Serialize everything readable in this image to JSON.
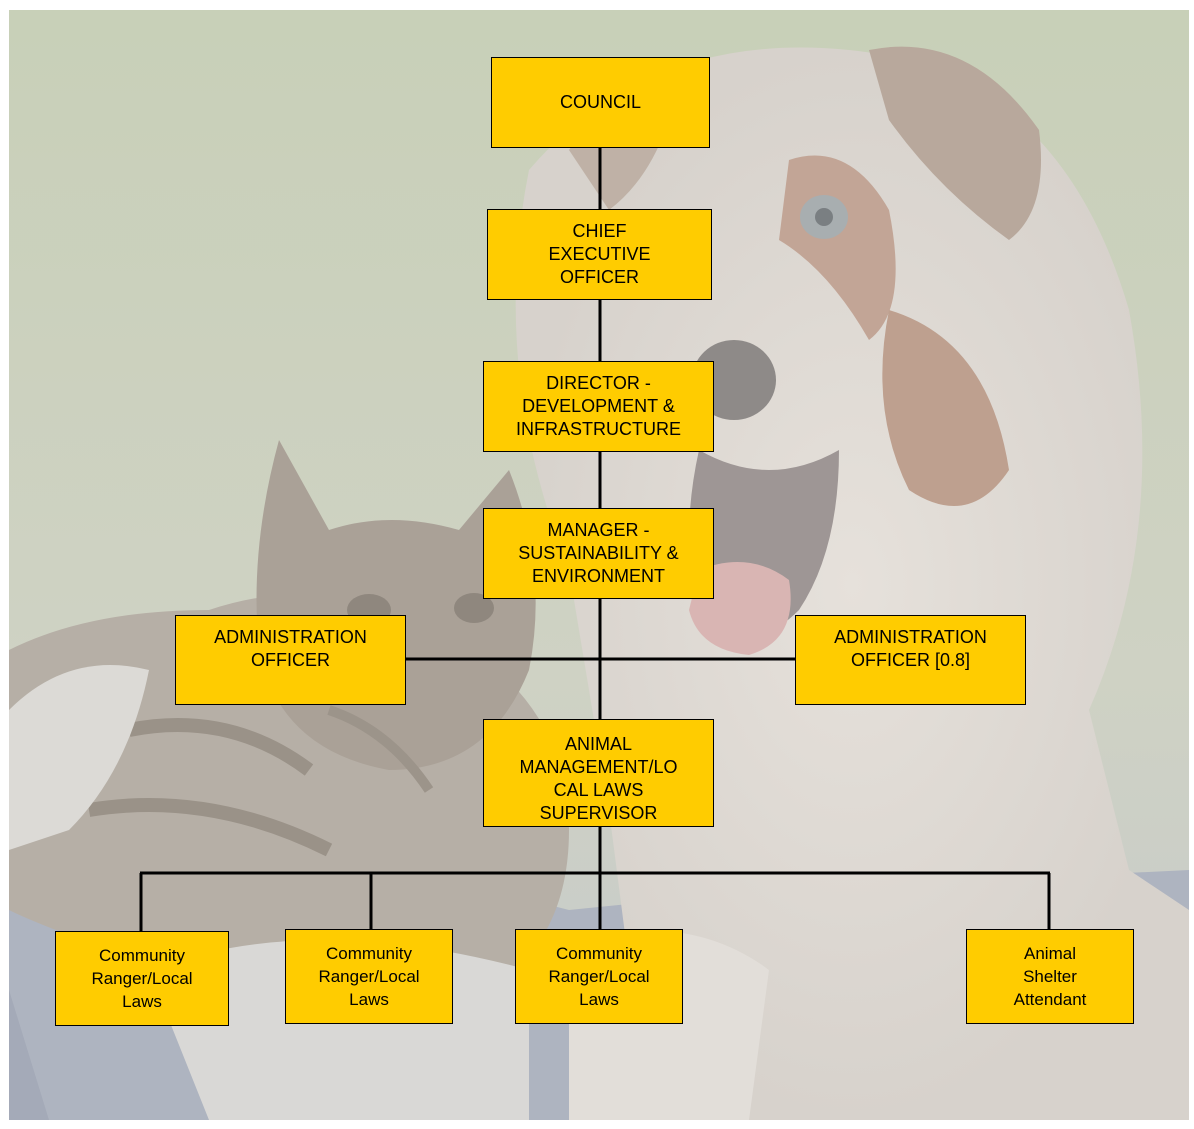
{
  "chart": {
    "nodes": {
      "council": "COUNCIL",
      "ceo": "CHIEF\nEXECUTIVE\nOFFICER",
      "director": "DIRECTOR -\nDEVELOPMENT &\nINFRASTRUCTURE",
      "manager": "MANAGER -\nSUSTAINABILITY &\nENVIRONMENT",
      "admin_officer": "ADMINISTRATION\nOFFICER",
      "admin_officer_part": "ADMINISTRATION\nOFFICER [0.8]",
      "supervisor": "ANIMAL\nMANAGEMENT/LO\nCAL LAWS\nSUPERVISOR",
      "ranger_1": "Community\nRanger/Local\nLaws",
      "ranger_2": "Community\nRanger/Local\nLaws",
      "ranger_3": "Community\nRanger/Local\nLaws",
      "shelter": "Animal\nShelter\nAttendant"
    },
    "colors": {
      "box_fill": "#ffcc00",
      "box_border": "#000000",
      "connector": "#000000"
    },
    "background": "faded photo of a tabby kitten and a merle dog"
  }
}
